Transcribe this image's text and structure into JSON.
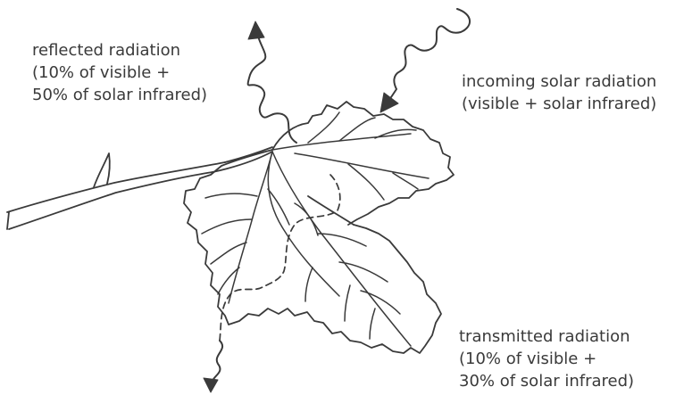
{
  "labels": {
    "reflected": {
      "line1": "reflected radiation",
      "line2": "(10% of visible +",
      "line3": "50% of solar infrared)"
    },
    "incoming": {
      "line1": "incoming solar radiation",
      "line2": "(visible + solar infrared)"
    },
    "transmitted": {
      "line1": "transmitted radiation",
      "line2": "(10% of visible +",
      "line3": "30% of solar infrared)"
    }
  }
}
